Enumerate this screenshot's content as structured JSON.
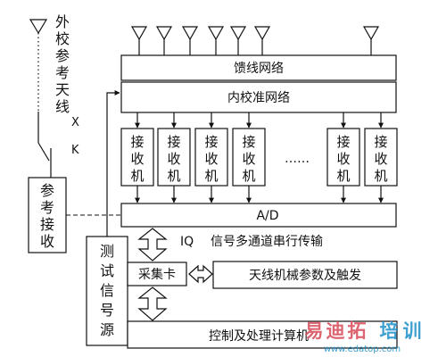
{
  "labels": {
    "ext_ref_antenna": [
      "外",
      "校",
      "参",
      "考",
      "天",
      "线"
    ],
    "switch_x": "X",
    "switch_k": "K",
    "ref_receiver": [
      "参",
      "考",
      "接",
      "收"
    ],
    "feed_network": "馈线网络",
    "cal_network": "内校准网络",
    "receiver": [
      "接",
      "收",
      "机"
    ],
    "ellipsis": "……",
    "ad": "A/D",
    "iq": "IQ",
    "serial_transfer": "信号多通道串行传输",
    "test_source": [
      "测",
      "试",
      "信",
      "号",
      "源"
    ],
    "daq_card": "采集卡",
    "antenna_params": "天线机械参数及触发",
    "computer": "控制及处理计算机"
  },
  "watermark": {
    "brand": [
      "易",
      "迪",
      "拓",
      "培",
      "训"
    ],
    "url": "www.edatop.com"
  }
}
